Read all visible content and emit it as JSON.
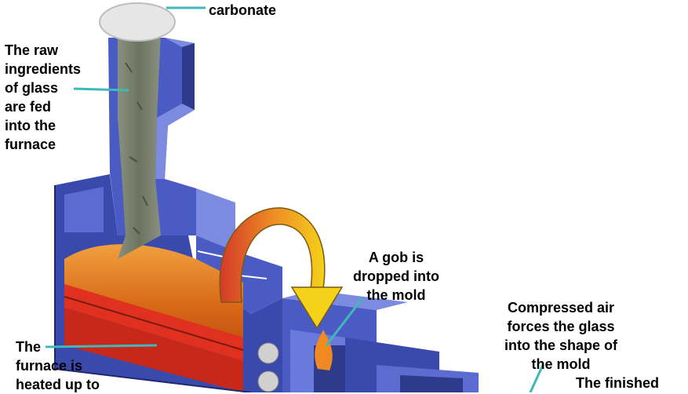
{
  "labels": {
    "carbonate": [
      "carbonate"
    ],
    "raw_ingredients": [
      "The raw",
      "ingredients",
      "of glass",
      "are fed",
      "into the",
      "furnace"
    ],
    "gob": [
      "A gob is",
      "dropped into",
      "the mold"
    ],
    "compressed_air": [
      "Compressed air",
      "forces the glass",
      "into the shape of",
      "the mold"
    ],
    "furnace_heated": [
      "The",
      "furnace is",
      "heated up to"
    ],
    "finished": [
      "The finished"
    ]
  },
  "colors": {
    "furnace_blue": "#4a5cc4",
    "furnace_light": "#7c8ae0",
    "furnace_dark": "#2e3a8c",
    "molten_glass": "#e07020",
    "hot_layer": "#e03020",
    "ingredients_grey": "#7a8270",
    "leader_line": "#40b8b8",
    "arrow_red": "#d23a2a",
    "arrow_yellow": "#f4d21a"
  }
}
